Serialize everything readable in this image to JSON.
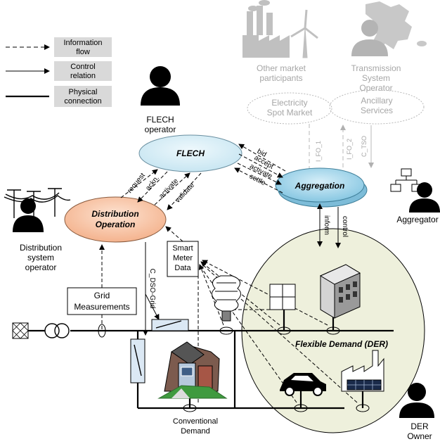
{
  "legend": {
    "info_flow": [
      "Information",
      "flow"
    ],
    "control": [
      "Control",
      "relation"
    ],
    "physical": [
      "Physical",
      "connection"
    ]
  },
  "actors": {
    "other_market": [
      "Other market",
      "participants"
    ],
    "tso": [
      "Transmission",
      "System",
      "Operator"
    ],
    "flech_operator": [
      "FLECH",
      "operator"
    ],
    "dso": [
      "Distribution",
      "system",
      "operator"
    ],
    "aggregator": "Aggregator",
    "der_owner": [
      "DER",
      "Owner"
    ]
  },
  "nodes": {
    "spot_market": [
      "Electricity",
      "Spot Market"
    ],
    "ancillary": [
      "Ancillary",
      "Services"
    ],
    "flech": "FLECH",
    "aggregation": "Aggregation",
    "distribution": [
      "Distribution",
      "Operation"
    ],
    "smart_meter": [
      "Smart",
      "Meter",
      "Data"
    ],
    "grid_measurements": [
      "Grid",
      "Measurements"
    ],
    "flexible_demand": "Flexible Demand (DER)",
    "conventional_demand": [
      "Conventional",
      "Demand"
    ]
  },
  "edge_labels": {
    "bid": "bid",
    "accept": "accept",
    "activate_agg": "activate",
    "settle": "settle",
    "request": "request",
    "ackn": "ackn.",
    "activate_dso": "activate",
    "validate": "validate",
    "i_fo_1": "I_FO_1",
    "i_fo_2": "I_FO_2",
    "c_tso": "C_TSO",
    "inform": "inform",
    "control": "control",
    "c_dso_grid": "C_DSO-Grid"
  }
}
